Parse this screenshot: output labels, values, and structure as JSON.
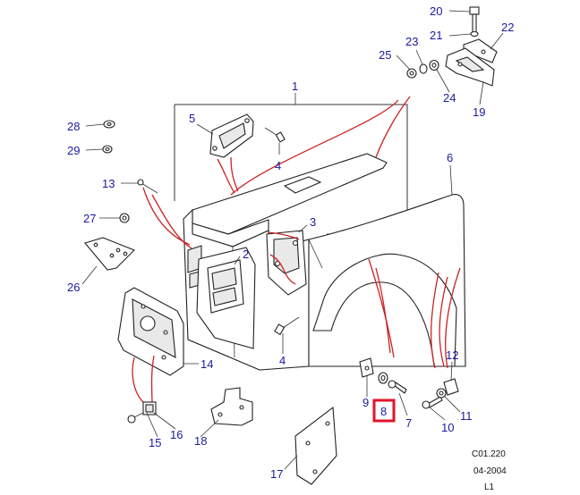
{
  "colors": {
    "callout": "#1a1aa0",
    "highlight": "#e0152b",
    "leader": "#cc2222"
  },
  "callouts": {
    "c1": "1",
    "c2": "2",
    "c3": "3",
    "c4a": "4",
    "c4b": "4",
    "c5": "5",
    "c6": "6",
    "c7": "7",
    "c8": "8",
    "c9": "9",
    "c10": "10",
    "c11": "11",
    "c12": "12",
    "c13": "13",
    "c14": "14",
    "c15": "15",
    "c16": "16",
    "c17": "17",
    "c18": "18",
    "c19": "19",
    "c20": "20",
    "c21": "21",
    "c22": "22",
    "c23": "23",
    "c24": "24",
    "c25": "25",
    "c26": "26",
    "c27": "27",
    "c28": "28",
    "c29": "29"
  },
  "highlighted_callout": "8",
  "footer": {
    "ref": "C01.220",
    "date": "04-2004",
    "level": "L1"
  }
}
